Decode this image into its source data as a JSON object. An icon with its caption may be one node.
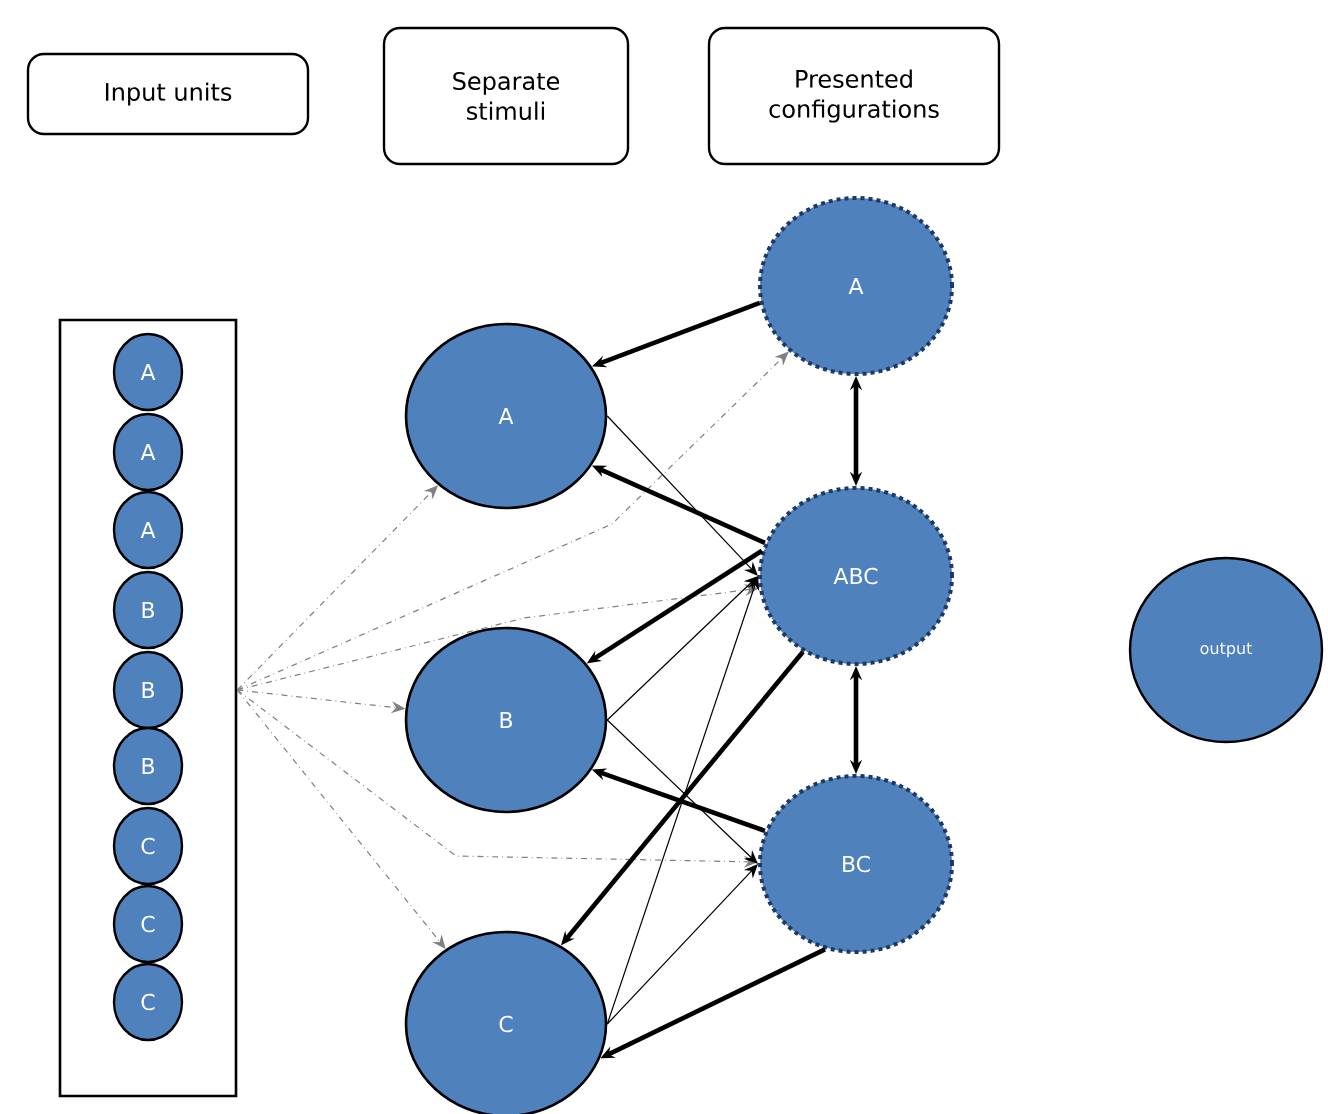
{
  "diagram": {
    "nodes": [
      {
        "text": [
          "Input units"
        ]
      },
      {
        "text": [
          "Separate stimuli"
        ]
      },
      {
        "text": [
          "Presented configurations"
        ]
      },
      {
        "text": [],
        "shape": "box"
      },
      {
        "text": [
          "A"
        ],
        "in": 3
      },
      {
        "text": [
          "A"
        ],
        "in": 3
      },
      {
        "text": [
          "A"
        ],
        "in": 3
      },
      {
        "text": [
          "B"
        ],
        "in": 3
      },
      {
        "text": [
          "B"
        ],
        "in": 3
      },
      {
        "text": [
          "B"
        ],
        "in": 3
      },
      {
        "text": [
          "C"
        ],
        "in": 3
      },
      {
        "text": [
          "C"
        ],
        "in": 3
      },
      {
        "text": [
          "C"
        ],
        "in": 3
      },
      {
        "text": [
          "A"
        ]
      },
      {
        "text": [
          "B"
        ]
      },
      {
        "text": [
          "C"
        ]
      },
      {
        "text": [
          "A"
        ]
      },
      {
        "text": [
          "ABC"
        ]
      },
      {
        "text": [
          "BC"
        ]
      },
      {
        "text": [
          "output"
        ]
      }
    ],
    "edges": [
      {
        "from": 3,
        "to": 13,
        "arrow": "to",
        "style": "dashed",
        "color": "#808080"
      },
      {
        "from": 3,
        "to": 14,
        "arrow": "to",
        "style": "dashed",
        "color": "#808080"
      },
      {
        "from": 3,
        "to": 15,
        "arrow": "to",
        "style": "dashed",
        "color": "#808080"
      },
      {
        "from": 3,
        "to": 16,
        "arrow": "to",
        "style": "dashed",
        "color": "#808080"
      },
      {
        "from": 3,
        "to": 17,
        "arrow": "to",
        "style": "dashed",
        "color": "#808080"
      },
      {
        "from": 3,
        "to": 18,
        "arrow": "to",
        "style": "dashed",
        "color": "#808080"
      },
      {
        "from": 13,
        "to": 17,
        "arrow": "to"
      },
      {
        "from": 14,
        "to": 17,
        "arrow": "to"
      },
      {
        "from": 14,
        "to": 18,
        "arrow": "to"
      },
      {
        "from": 15,
        "to": 17,
        "arrow": "to"
      },
      {
        "from": 15,
        "to": 18,
        "arrow": "to"
      },
      {
        "from": 16,
        "to": 13,
        "arrow": "to",
        "style": "thick"
      },
      {
        "from": 17,
        "to": 13,
        "arrow": "to",
        "style": "thick"
      },
      {
        "from": 17,
        "to": 14,
        "arrow": "to",
        "style": "thick"
      },
      {
        "from": 17,
        "to": 15,
        "arrow": "to",
        "style": "thick"
      },
      {
        "from": 18,
        "to": 14,
        "arrow": "to",
        "style": "thick"
      },
      {
        "from": 18,
        "to": 15,
        "arrow": "to",
        "style": "thick"
      },
      {
        "from": 16,
        "to": 17,
        "arrow": "both",
        "style": "thick"
      },
      {
        "from": 17,
        "to": 18,
        "arrow": "both",
        "style": "thick"
      }
    ]
  }
}
